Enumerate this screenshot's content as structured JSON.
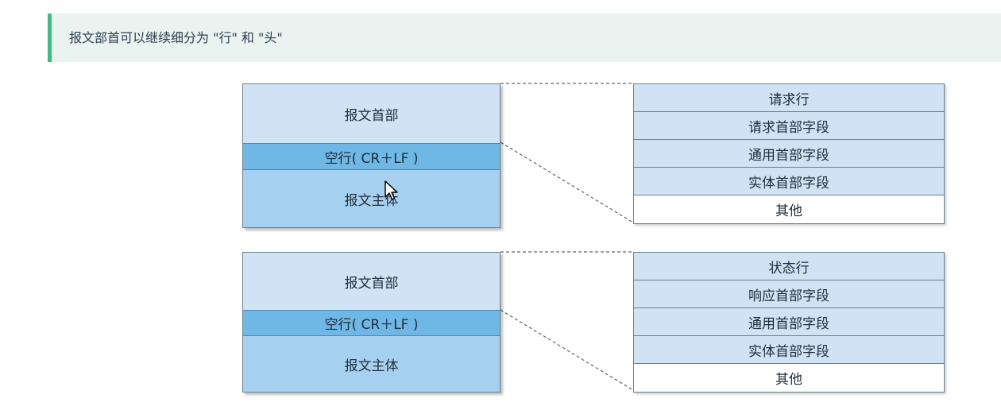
{
  "note": {
    "text": "报文部首可以继续细分为 \"行\" 和 \"头\""
  },
  "request": {
    "message": {
      "header": "报文首部",
      "blank_line": "空行( CR＋LF )",
      "body": "报文主体"
    },
    "fields": [
      "请求行",
      "请求首部字段",
      "通用首部字段",
      "实体首部字段",
      "其他"
    ]
  },
  "response": {
    "message": {
      "header": "报文首部",
      "blank_line": "空行( CR＋LF )",
      "body": "报文主体"
    },
    "fields": [
      "状态行",
      "响应首部字段",
      "通用首部字段",
      "实体首部字段",
      "其他"
    ]
  },
  "colors": {
    "accent": "#42b983",
    "note_bg": "#eaf3f0",
    "header_fill": "#cfe3f4",
    "blank_line_fill": "#6fb7e4",
    "body_fill": "#a6d0ef",
    "border": "#6d7f8c"
  },
  "icons": {
    "pointer": "mouse-pointer-icon"
  }
}
